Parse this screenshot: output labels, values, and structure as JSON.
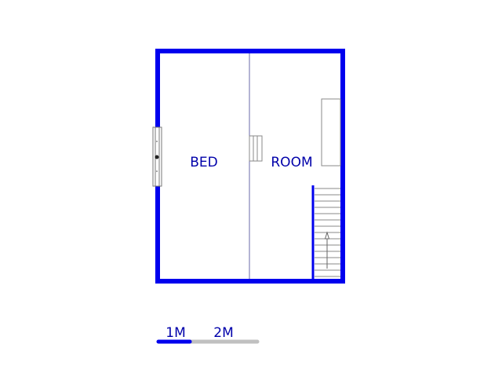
{
  "floorplan": {
    "rooms": [
      {
        "label": "BED"
      },
      {
        "label": "ROOM"
      }
    ],
    "scale_bar": {
      "labels": [
        "1M",
        "2M"
      ]
    }
  },
  "colors": {
    "wall": "#0000ee",
    "label": "#0000aa",
    "thin_line": "#6a6aa8",
    "fixture_line": "#8a8a8a",
    "scale_primary": "#0000ee",
    "scale_secondary": "#c0c0c0"
  },
  "icons": {
    "window": "window-icon",
    "stairs": "stairs-icon",
    "arrow": "up-arrow-icon"
  }
}
